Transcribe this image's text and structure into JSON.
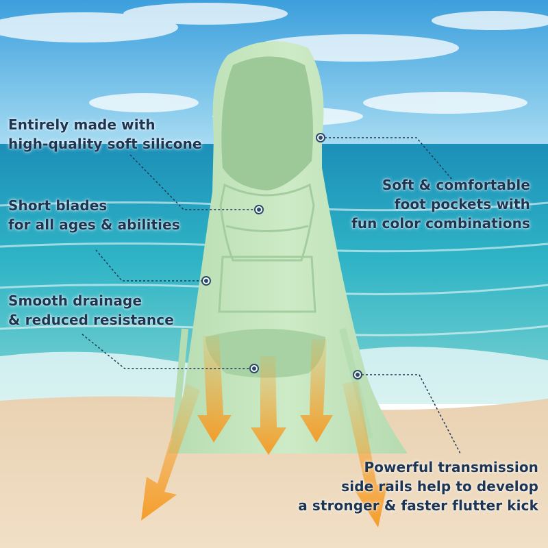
{
  "callouts": {
    "silicone": [
      "Entirely made with",
      "high-quality soft silicone"
    ],
    "short_blades": [
      "Short blades",
      "for all ages & abilities"
    ],
    "drainage": [
      "Smooth drainage",
      "& reduced resistance"
    ],
    "foot_pockets": [
      "Soft & comfortable",
      "foot pockets with",
      "fun color combinations"
    ],
    "side_rails": [
      "Powerful transmission",
      "side rails help to develop",
      "a stronger & faster flutter kick"
    ]
  },
  "colors": {
    "text": "#1d3552",
    "fin": "#c6e6bf",
    "fin_shade": "#a9d2a4",
    "arrow": "#f7a12c",
    "sky": "#4fa9dd",
    "sea": "#23a6bf",
    "sand": "#ecd6b6",
    "dot": "#2b4a6b"
  },
  "icons": [
    "water-flow-arrow",
    "callout-dot"
  ]
}
